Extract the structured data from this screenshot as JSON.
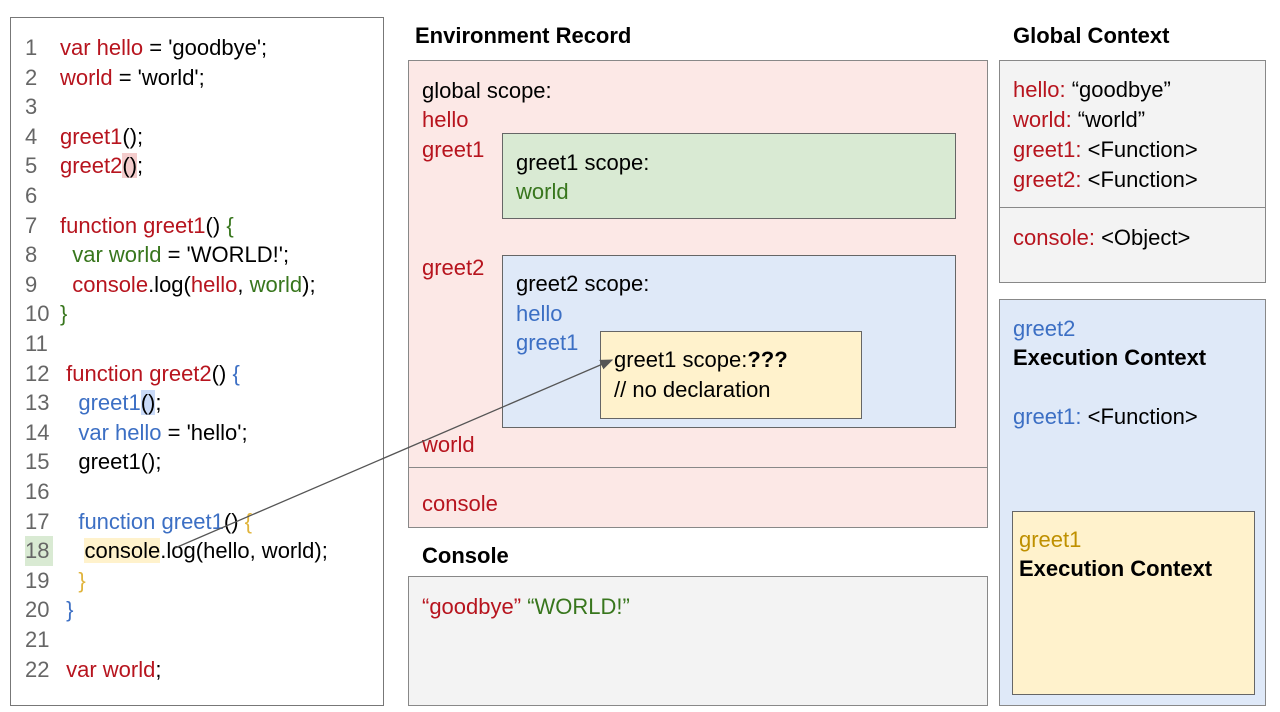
{
  "colors": {
    "red": "#b7141e",
    "green": "#38761d",
    "blue": "#3c6fc4",
    "yellow": "#e0b43c",
    "pink_bg": "#fce8e6",
    "green_bg": "#d9ead3",
    "blue_bg": "#dfe9f8",
    "yellow_bg": "#fff2cc",
    "gray_bg": "#f3f3f3"
  },
  "code": {
    "lines": [
      {
        "num": "1",
        "tokens": [
          {
            "t": "var hello",
            "c": "r"
          },
          {
            "t": " = 'goodbye';",
            "c": "k"
          }
        ]
      },
      {
        "num": "2",
        "tokens": [
          {
            "t": "world",
            "c": "r"
          },
          {
            "t": " = 'world';",
            "c": "k"
          }
        ]
      },
      {
        "num": "3",
        "tokens": []
      },
      {
        "num": "4",
        "tokens": [
          {
            "t": "greet1",
            "c": "r"
          },
          {
            "t": "();",
            "c": "k"
          }
        ]
      },
      {
        "num": "5",
        "tokens": [
          {
            "t": "greet2",
            "c": "r"
          },
          {
            "t": "()",
            "c": "k",
            "hl": "#f4cccc"
          },
          {
            "t": ";",
            "c": "k"
          }
        ]
      },
      {
        "num": "6",
        "tokens": []
      },
      {
        "num": "7",
        "tokens": [
          {
            "t": "function greet1",
            "c": "r"
          },
          {
            "t": "() ",
            "c": "k"
          },
          {
            "t": "{",
            "c": "g"
          }
        ]
      },
      {
        "num": "8",
        "tokens": [
          {
            "t": "  var world",
            "c": "g"
          },
          {
            "t": " = 'WORLD!';",
            "c": "k"
          }
        ]
      },
      {
        "num": "9",
        "tokens": [
          {
            "t": "  console",
            "c": "r"
          },
          {
            "t": ".log(",
            "c": "k"
          },
          {
            "t": "hello",
            "c": "r"
          },
          {
            "t": ", ",
            "c": "k"
          },
          {
            "t": "world",
            "c": "g"
          },
          {
            "t": ");",
            "c": "k"
          }
        ]
      },
      {
        "num": "10",
        "tokens": [
          {
            "t": "}",
            "c": "g"
          }
        ]
      },
      {
        "num": "11",
        "tokens": []
      },
      {
        "num": "12",
        "tokens": [
          {
            "t": " function greet2",
            "c": "r"
          },
          {
            "t": "() ",
            "c": "k"
          },
          {
            "t": "{",
            "c": "b"
          }
        ]
      },
      {
        "num": "13",
        "tokens": [
          {
            "t": "   greet1",
            "c": "b"
          },
          {
            "t": "()",
            "c": "k",
            "hl": "#c9daf8"
          },
          {
            "t": ";",
            "c": "k"
          }
        ]
      },
      {
        "num": "14",
        "tokens": [
          {
            "t": "   var hello",
            "c": "b"
          },
          {
            "t": " = 'hello';",
            "c": "k"
          }
        ]
      },
      {
        "num": "15",
        "tokens": [
          {
            "t": "   greet1();",
            "c": "k"
          }
        ]
      },
      {
        "num": "16",
        "tokens": []
      },
      {
        "num": "17",
        "tokens": [
          {
            "t": "   function greet1",
            "c": "b"
          },
          {
            "t": "() ",
            "c": "k"
          },
          {
            "t": "{",
            "c": "y"
          }
        ]
      },
      {
        "num": "18",
        "numhl": "#d9ead3",
        "tokens": [
          {
            "t": "    ",
            "c": "k"
          },
          {
            "t": "console",
            "c": "k",
            "hl": "#fff2cc"
          },
          {
            "t": ".log(hello, world);",
            "c": "k"
          }
        ]
      },
      {
        "num": "19",
        "tokens": [
          {
            "t": "   }",
            "c": "y"
          }
        ]
      },
      {
        "num": "20",
        "tokens": [
          {
            "t": " }",
            "c": "b"
          }
        ]
      },
      {
        "num": "21",
        "tokens": []
      },
      {
        "num": "22",
        "tokens": [
          {
            "t": " var world",
            "c": "r"
          },
          {
            "t": ";",
            "c": "k"
          }
        ]
      }
    ]
  },
  "env": {
    "title": "Environment Record",
    "global_label": "global scope:",
    "hello": "hello",
    "greet1": "greet1",
    "greet2": "greet2",
    "world": "world",
    "console": "console",
    "greet1_scope": {
      "label": "greet1 scope:",
      "world": "world"
    },
    "greet2_scope": {
      "label": "greet2 scope:",
      "hello": "hello",
      "greet1": "greet1"
    },
    "inner_scope": {
      "label": "greet1 scope:",
      "unknown": "???",
      "comment": "// no declaration"
    }
  },
  "console": {
    "title": "Console",
    "out1": "“goodbye”",
    "out2": "“WORLD!”"
  },
  "global": {
    "title": "Global Context",
    "entries": [
      {
        "k": "hello:",
        "v": " “goodbye”"
      },
      {
        "k": "world:",
        "v": " “world”"
      },
      {
        "k": "greet1:",
        "v": " <Function>"
      },
      {
        "k": "greet2:",
        "v": " <Function>"
      }
    ],
    "console": {
      "k": "console:",
      "v": " <Object>"
    }
  },
  "greet2_ec": {
    "name": "greet2",
    "title": "Execution Context",
    "entry_k": "greet1:",
    "entry_v": " <Function>"
  },
  "greet1_ec": {
    "name": "greet1",
    "title": "Execution Context"
  }
}
